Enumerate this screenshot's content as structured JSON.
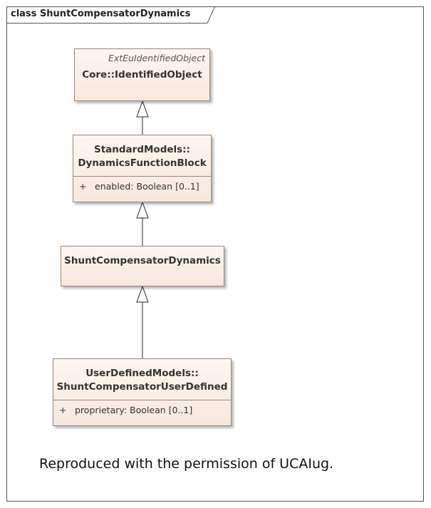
{
  "frame": {
    "title": "class ShuntCompensatorDynamics"
  },
  "classes": [
    {
      "stereotype": "ExtEuIdentifiedObject",
      "name_lines": [
        "Core::IdentifiedObject"
      ],
      "attributes": []
    },
    {
      "stereotype": "",
      "name_lines": [
        "StandardModels::",
        "DynamicsFunctionBlock"
      ],
      "attributes": [
        {
          "visibility": "+",
          "text": "enabled: Boolean [0..1]"
        }
      ]
    },
    {
      "stereotype": "",
      "name_lines": [
        "ShuntCompensatorDynamics"
      ],
      "attributes": []
    },
    {
      "stereotype": "",
      "name_lines": [
        "UserDefinedModels::",
        "ShuntCompensatorUserDefined"
      ],
      "attributes": [
        {
          "visibility": "+",
          "text": "proprietary: Boolean [0..1]"
        }
      ]
    }
  ],
  "note": "Reproduced with the permission of UCAIug.",
  "colors": {
    "class_fill": "#f8ece2",
    "class_border": "#9a8778",
    "line": "#4a4a5a"
  }
}
